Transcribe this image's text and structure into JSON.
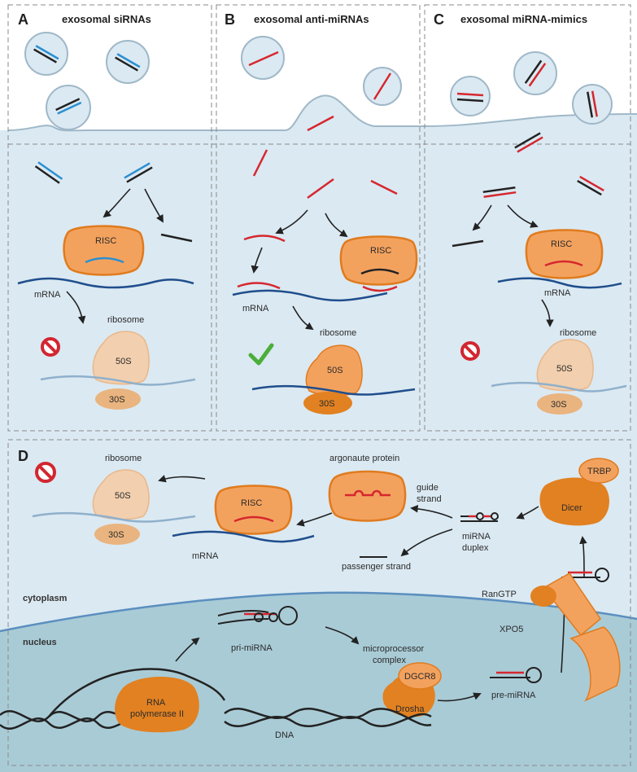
{
  "panels": {
    "a": {
      "letter": "A",
      "title": "exosomal siRNAs"
    },
    "b": {
      "letter": "B",
      "title": "exosomal anti-miRNAs"
    },
    "c": {
      "letter": "C",
      "title": "exosomal miRNA-mimics"
    },
    "d": {
      "letter": "D"
    }
  },
  "labels": {
    "risc": "RISC",
    "mrna": "mRNA",
    "ribosome": "ribosome",
    "s50": "50S",
    "s30": "30S",
    "argonaute": "argonaute protein",
    "guide_1": "guide",
    "guide_2": "strand",
    "mirna_duplex_1": "miRNA",
    "mirna_duplex_2": "duplex",
    "passenger": "passenger strand",
    "trbp": "TRBP",
    "dicer": "Dicer",
    "rangtp": "RanGTP",
    "xpo5": "XPO5",
    "cytoplasm": "cytoplasm",
    "nucleus": "nucleus",
    "pri_mirna": "pri-miRNA",
    "microprocessor_1": "microprocessor",
    "microprocessor_2": "complex",
    "dgcr8": "DGCR8",
    "drosha": "Drosha",
    "pre_mirna": "pre-miRNA",
    "rna_pol_1": "RNA",
    "rna_pol_2": "polymerase II",
    "dna": "DNA"
  },
  "colors": {
    "cytoplasm": "#dbe9f2",
    "nucleus": "#a9cbd6",
    "sirna_strand": "#2b8fd1",
    "mirna_strand": "#d6272e",
    "mrna": "#1f4e8c",
    "risc_fill": "#f3a25e",
    "risc_stroke": "#e07b1e",
    "ribosome_light": "#f2cfae",
    "ribosome_dark": "#e28121",
    "block": "#d22630",
    "check": "#4cae3a"
  }
}
